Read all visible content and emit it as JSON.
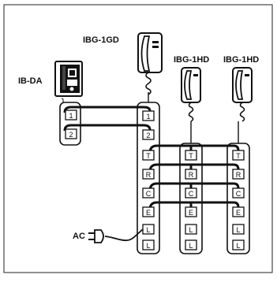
{
  "devices": {
    "door_station": "IB-DA",
    "master": "IBG-1GD",
    "sub1": "IBG-1HD",
    "sub2": "IBG-1HD"
  },
  "terminals": {
    "door": [
      "1",
      "2"
    ],
    "master": [
      "1",
      "2",
      "T",
      "R",
      "C",
      "E",
      "L",
      "L"
    ],
    "sub": [
      "T",
      "R",
      "C",
      "E",
      "L",
      "L"
    ]
  },
  "power_label": "AC"
}
